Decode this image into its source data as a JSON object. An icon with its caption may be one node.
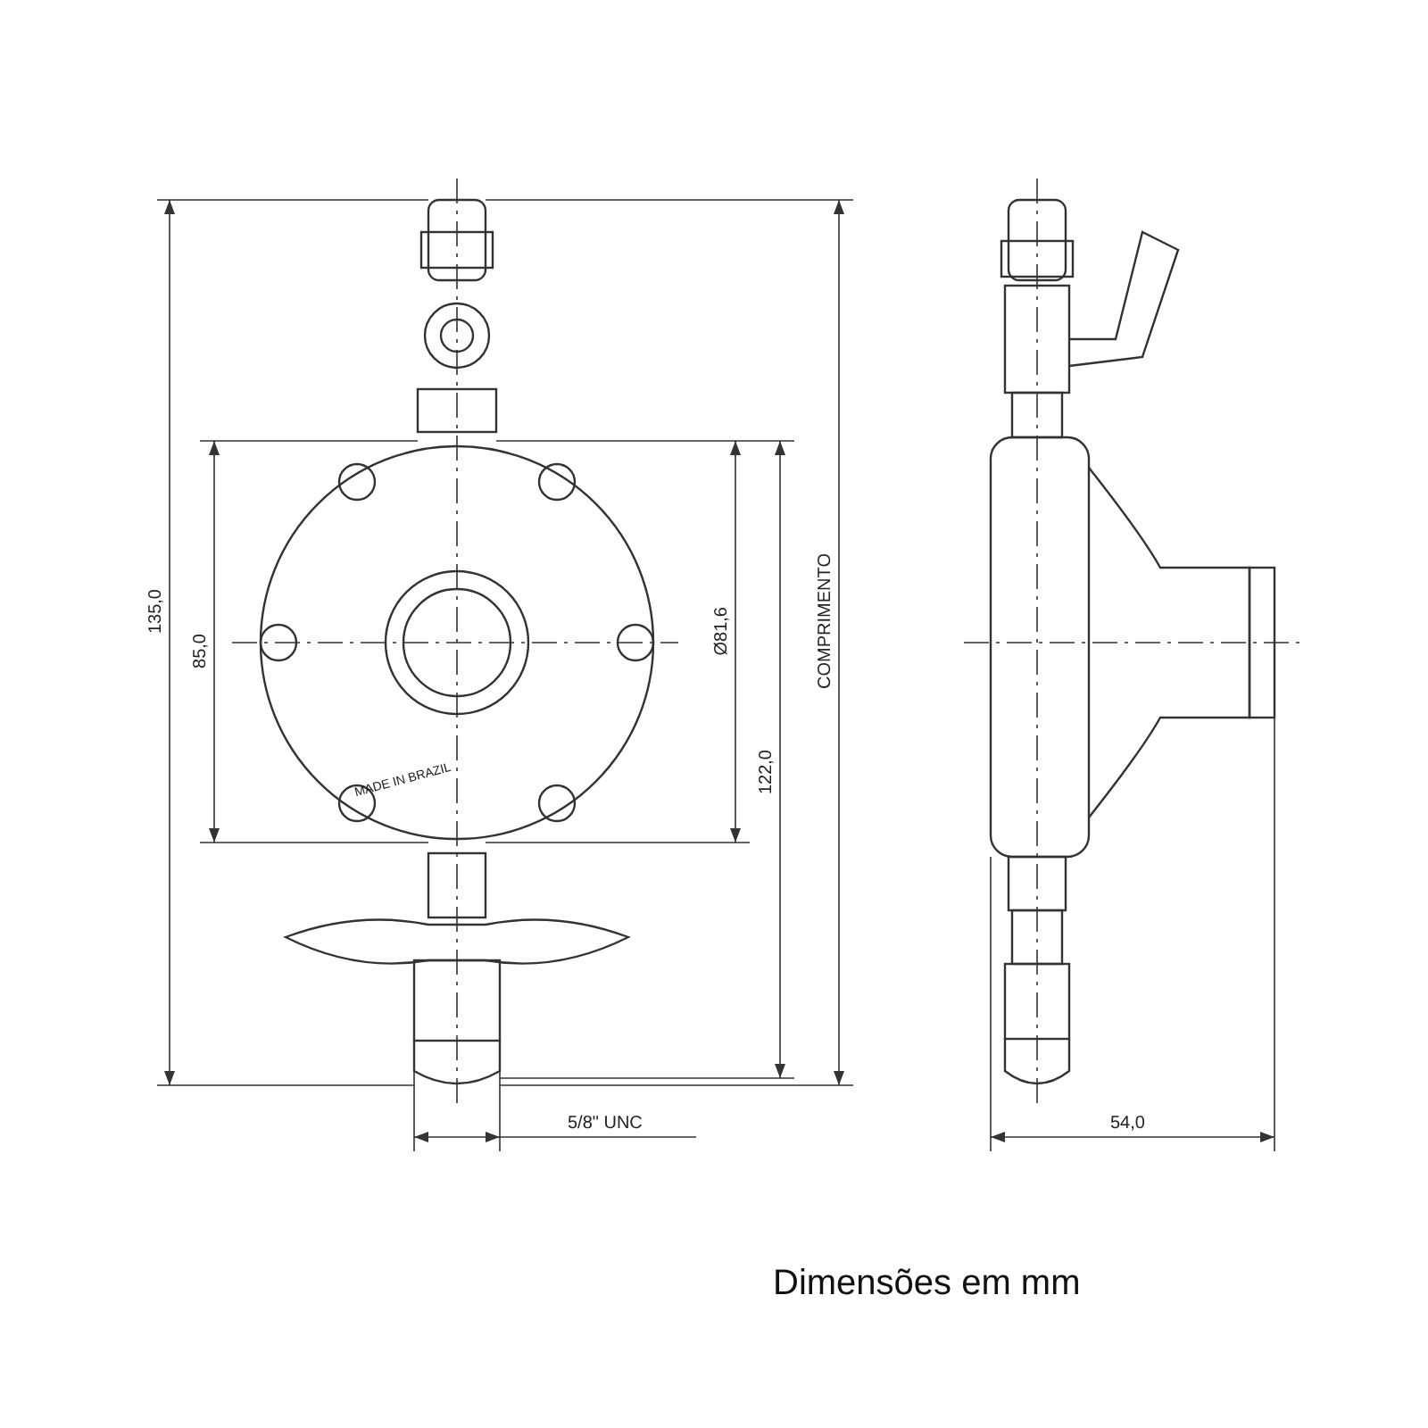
{
  "diagram": {
    "caption": "Dimensões em mm",
    "labels": [
      "135,0",
      "85,0",
      "Ø81,6",
      "122,0",
      "COMPRIMENTO",
      "MADE IN BRAZIL",
      "5/8\" UNC",
      "54,0"
    ]
  }
}
